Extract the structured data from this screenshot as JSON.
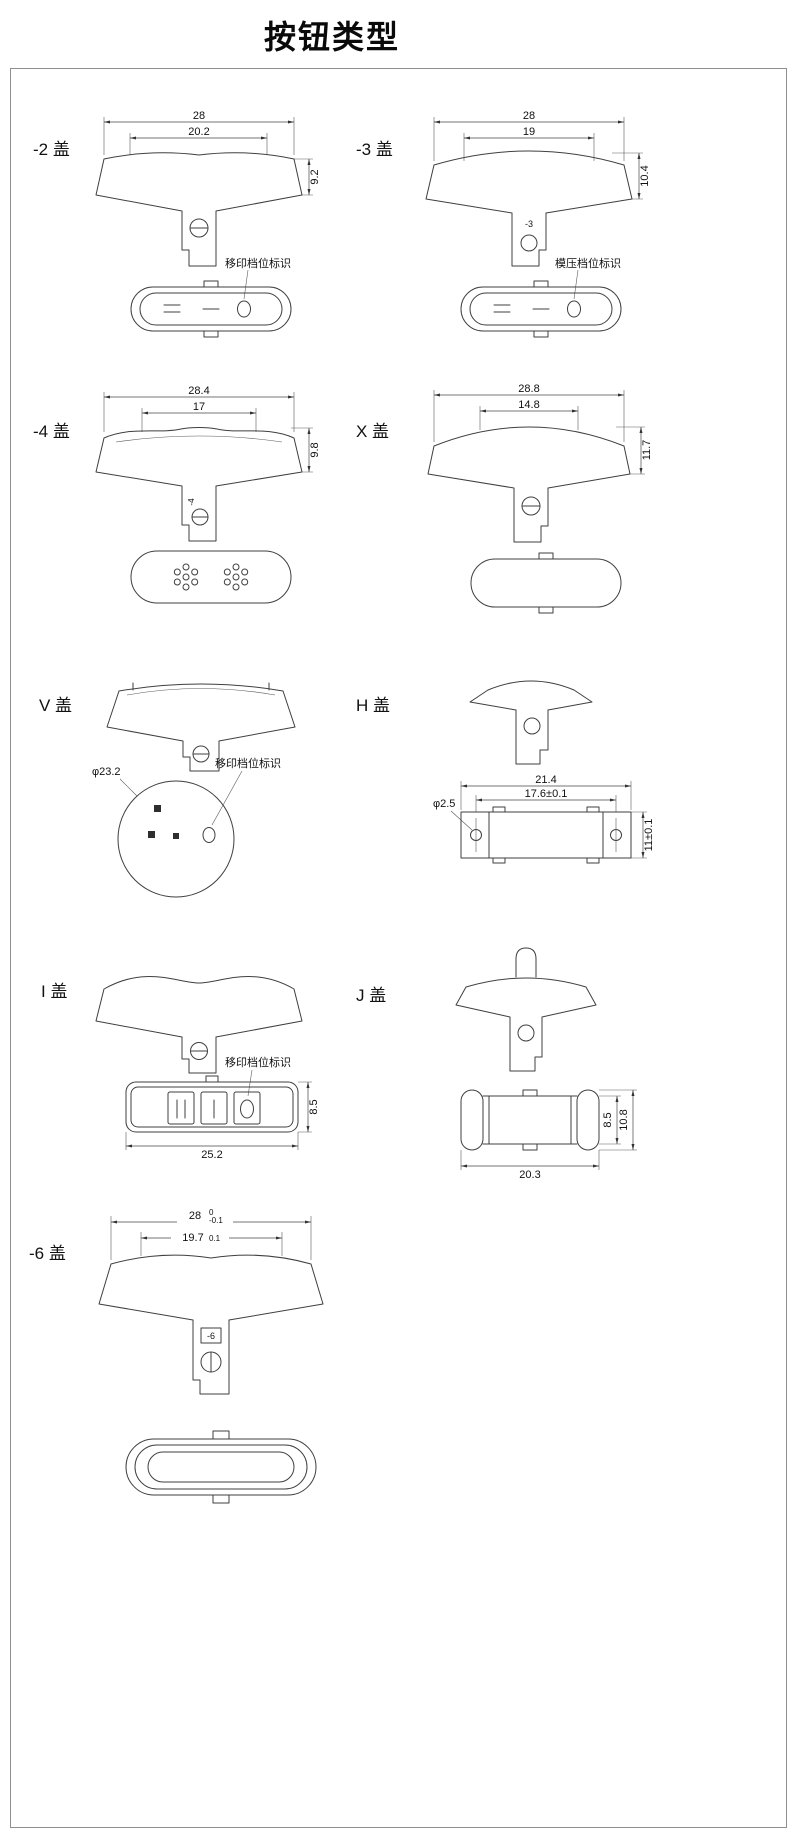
{
  "title": "按钮类型",
  "items": {
    "cap2": {
      "label": "-2 盖",
      "dim_outer": "28",
      "dim_inner": "20.2",
      "dim_height": "9.2",
      "callout": "移印档位标识"
    },
    "cap3": {
      "label": "-3 盖",
      "dim_outer": "28",
      "dim_inner": "19",
      "dim_height": "10.4",
      "stem_mark": "-3",
      "callout": "模压档位标识"
    },
    "cap4": {
      "label": "-4 盖",
      "dim_outer": "28.4",
      "dim_inner": "17",
      "dim_height": "9.8",
      "stem_mark": "-4"
    },
    "capX": {
      "label": "X 盖",
      "dim_outer": "28.8",
      "dim_inner": "14.8",
      "dim_height": "11.7"
    },
    "capV": {
      "label": "V 盖",
      "dim_diameter": "φ23.2",
      "callout": "移印档位标识"
    },
    "capH": {
      "label": "H 盖",
      "dim_outer": "21.4",
      "dim_inner": "17.6±0.1",
      "dim_hole": "φ2.5",
      "dim_height": "11±0.1"
    },
    "capI": {
      "label": "I 盖",
      "dim_height": "8.5",
      "dim_width": "25.2",
      "callout": "移印档位标识"
    },
    "capJ": {
      "label": "J 盖",
      "dim_band_height": "8.5",
      "dim_total_height": "10.8",
      "dim_width": "20.3"
    },
    "cap6": {
      "label": "-6 盖",
      "dim_outer": "28",
      "dim_outer_tol_upper": "0",
      "dim_outer_tol_lower": "-0.1",
      "dim_inner": "19.7",
      "dim_inner_tol": "0.1",
      "stem_mark": "-6"
    }
  }
}
